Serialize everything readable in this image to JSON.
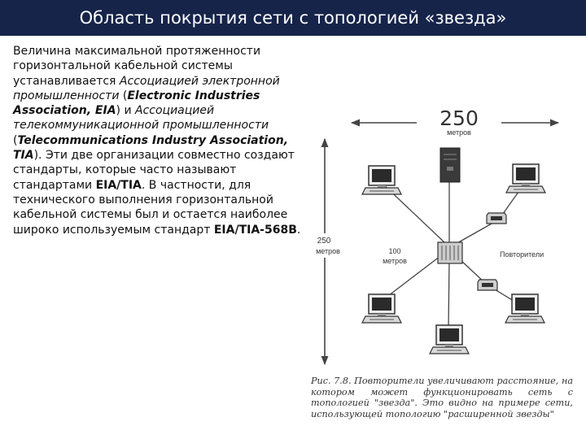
{
  "slide": {
    "title": "Область покрытия сети с топологией «звезда»",
    "paragraph": [
      {
        "t": "Величина максимальной протяженности горизонтальной кабельной системы устанавливается ",
        "s": "n"
      },
      {
        "t": "Ассоциацией электронной промышленности",
        "s": "i"
      },
      {
        "t": " (",
        "s": "n"
      },
      {
        "t": "Electronic Industries Association, EIA",
        "s": "bi"
      },
      {
        "t": ") и ",
        "s": "n"
      },
      {
        "t": "Ассоциацией телекоммуникационной промышленности",
        "s": "i"
      },
      {
        "t": " (",
        "s": "n"
      },
      {
        "t": "Telecommunications Industry Association, TIA",
        "s": "bi"
      },
      {
        "t": "). Эти две организации совместно создают стандарты, которые часто называют стандартами ",
        "s": "n"
      },
      {
        "t": "EIA/TIA",
        "s": "b"
      },
      {
        "t": ". В частности, для технического выполнения горизонтальной кабельной системы был и остается наиболее широко используемым стандарт ",
        "s": "n"
      },
      {
        "t": "EIA/TIA-568B",
        "s": "b"
      },
      {
        "t": ".",
        "s": "n"
      }
    ]
  },
  "figure": {
    "width_value": "250",
    "width_unit": "метров",
    "height_value": "250",
    "height_unit": "метров",
    "inner_value": "100",
    "inner_unit": "метров",
    "repeaters_label": "Повторители",
    "caption": "Рис. 7.8. Повторители увеличивают расстояние, на котором может функционировать сеть с топологией \"звезда\". Это видно на примере сети, использующей топологию \"расширенной звезды\""
  },
  "colors": {
    "title_bar": "#16244a",
    "title_text": "#ffffff",
    "figure_gray": "#555555"
  }
}
